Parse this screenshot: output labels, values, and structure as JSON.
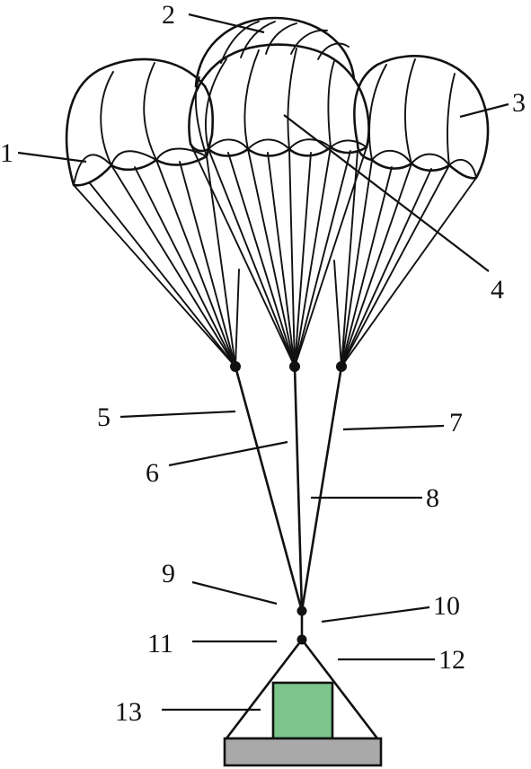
{
  "labels": {
    "l1": "1",
    "l2": "2",
    "l3": "3",
    "l4": "4",
    "l5": "5",
    "l6": "6",
    "l7": "7",
    "l8": "8",
    "l9": "9",
    "l10": "10",
    "l11": "11",
    "l12": "12",
    "l13": "13"
  },
  "colors": {
    "line": "#111111",
    "payload_box": "#7cc58c",
    "base_plate": "#a9a9a9",
    "canopy_fill": "#ffffff"
  }
}
